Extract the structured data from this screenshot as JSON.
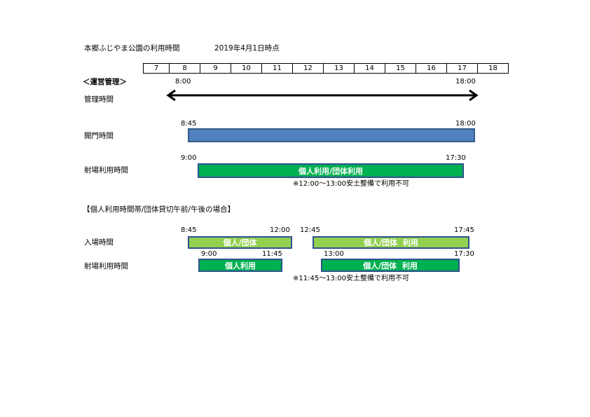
{
  "title": "本郷ふじやま公園の利用時間",
  "as_of": "2019年4月1日時点",
  "hours": [
    "7",
    "8",
    "9",
    "10",
    "11",
    "12",
    "13",
    "14",
    "15",
    "16",
    "17",
    "18"
  ],
  "operation": {
    "heading": "＜運営管理＞",
    "label": "管理時間",
    "start": "8:00",
    "end": "18:00"
  },
  "gate": {
    "label": "開門時間",
    "start": "8:45",
    "end": "18:00"
  },
  "range": {
    "label": "射場利用時間",
    "start": "9:00",
    "end": "17:30",
    "bar_text": "個人利用/団体利用",
    "note": "※12:00～13:00安土整備で利用不可"
  },
  "section2": {
    "heading": "【個人利用時間帯/団体貸切午前/午後の場合】",
    "entry": {
      "label": "入場時間",
      "am_start": "8:45",
      "am_end": "12:00",
      "am_text": "個人/団体",
      "pm_start": "12:45",
      "pm_end": "17:45",
      "pm_text": "個人/団体  利用"
    },
    "range": {
      "label": "射場利用時間",
      "am_start": "9:00",
      "am_end": "11:45",
      "am_text": "個人利用",
      "pm_start": "13:00",
      "pm_end": "17:30",
      "pm_text": "個人/団体  利用"
    },
    "note": "※11:45～13:00安土整備で利用不可"
  },
  "colors": {
    "blue": "#4f81bd",
    "green": "#00b050",
    "light_green": "#92d050"
  }
}
